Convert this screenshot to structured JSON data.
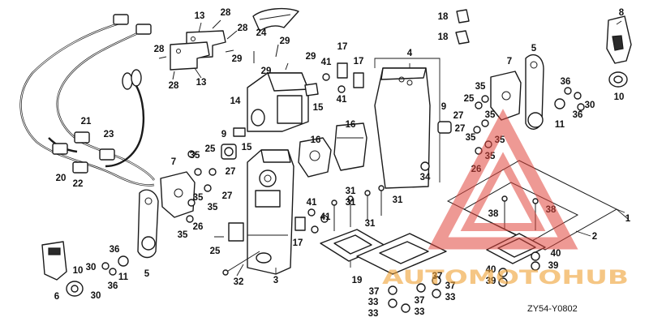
{
  "diagram": {
    "code": "ZY54-Y0802",
    "callouts": {
      "c1": "1",
      "c2": "2",
      "c3": "3",
      "c4": "4",
      "c5a": "5",
      "c5b": "5",
      "c6": "6",
      "c7a": "7",
      "c7b": "7",
      "c8": "8",
      "c9a": "9",
      "c9b": "9",
      "c10a": "10",
      "c10b": "10",
      "c11a": "11",
      "c11b": "11",
      "c13a": "13",
      "c13b": "13",
      "c14": "14",
      "c15a": "15",
      "c15b": "15",
      "c16a": "16",
      "c16b": "16",
      "c17a": "17",
      "c17b": "17",
      "c17c": "17",
      "c18a": "18",
      "c18b": "18",
      "c19": "19",
      "c20": "20",
      "c21": "21",
      "c22": "22",
      "c23": "23",
      "c24": "24",
      "c25a": "25",
      "c25b": "25",
      "c25c": "25",
      "c26a": "26",
      "c26b": "26",
      "c27a": "27",
      "c27b": "27",
      "c27c": "27",
      "c27d": "27",
      "c28a": "28",
      "c28b": "28",
      "c28c": "28",
      "c28d": "28",
      "c29a": "29",
      "c29b": "29",
      "c29c": "29",
      "c29d": "29",
      "c30a": "30",
      "c30b": "30",
      "c30c": "30",
      "c31a": "31",
      "c31b": "31",
      "c31c": "31",
      "c31d": "31",
      "c32": "32",
      "c33a": "33",
      "c33b": "33",
      "c33c": "33",
      "c33d": "33",
      "c34": "34",
      "c35a": "35",
      "c35b": "35",
      "c35c": "35",
      "c35d": "35",
      "c35e": "35",
      "c35f": "35",
      "c35g": "35",
      "c35h": "35",
      "c35i": "35",
      "c36a": "36",
      "c36b": "36",
      "c36c": "36",
      "c36d": "36",
      "c37a": "37",
      "c37b": "37",
      "c37c": "37",
      "c37d": "37",
      "c38a": "38",
      "c38b": "38",
      "c39a": "39",
      "c39b": "39",
      "c40a": "40",
      "c40b": "40",
      "c41a": "41",
      "c41b": "41",
      "c41c": "41",
      "c41d": "41"
    }
  },
  "watermark": {
    "brand": "AUTOMOTOHUB",
    "color_red": "#e0463c",
    "color_orange": "#f0a43a"
  }
}
